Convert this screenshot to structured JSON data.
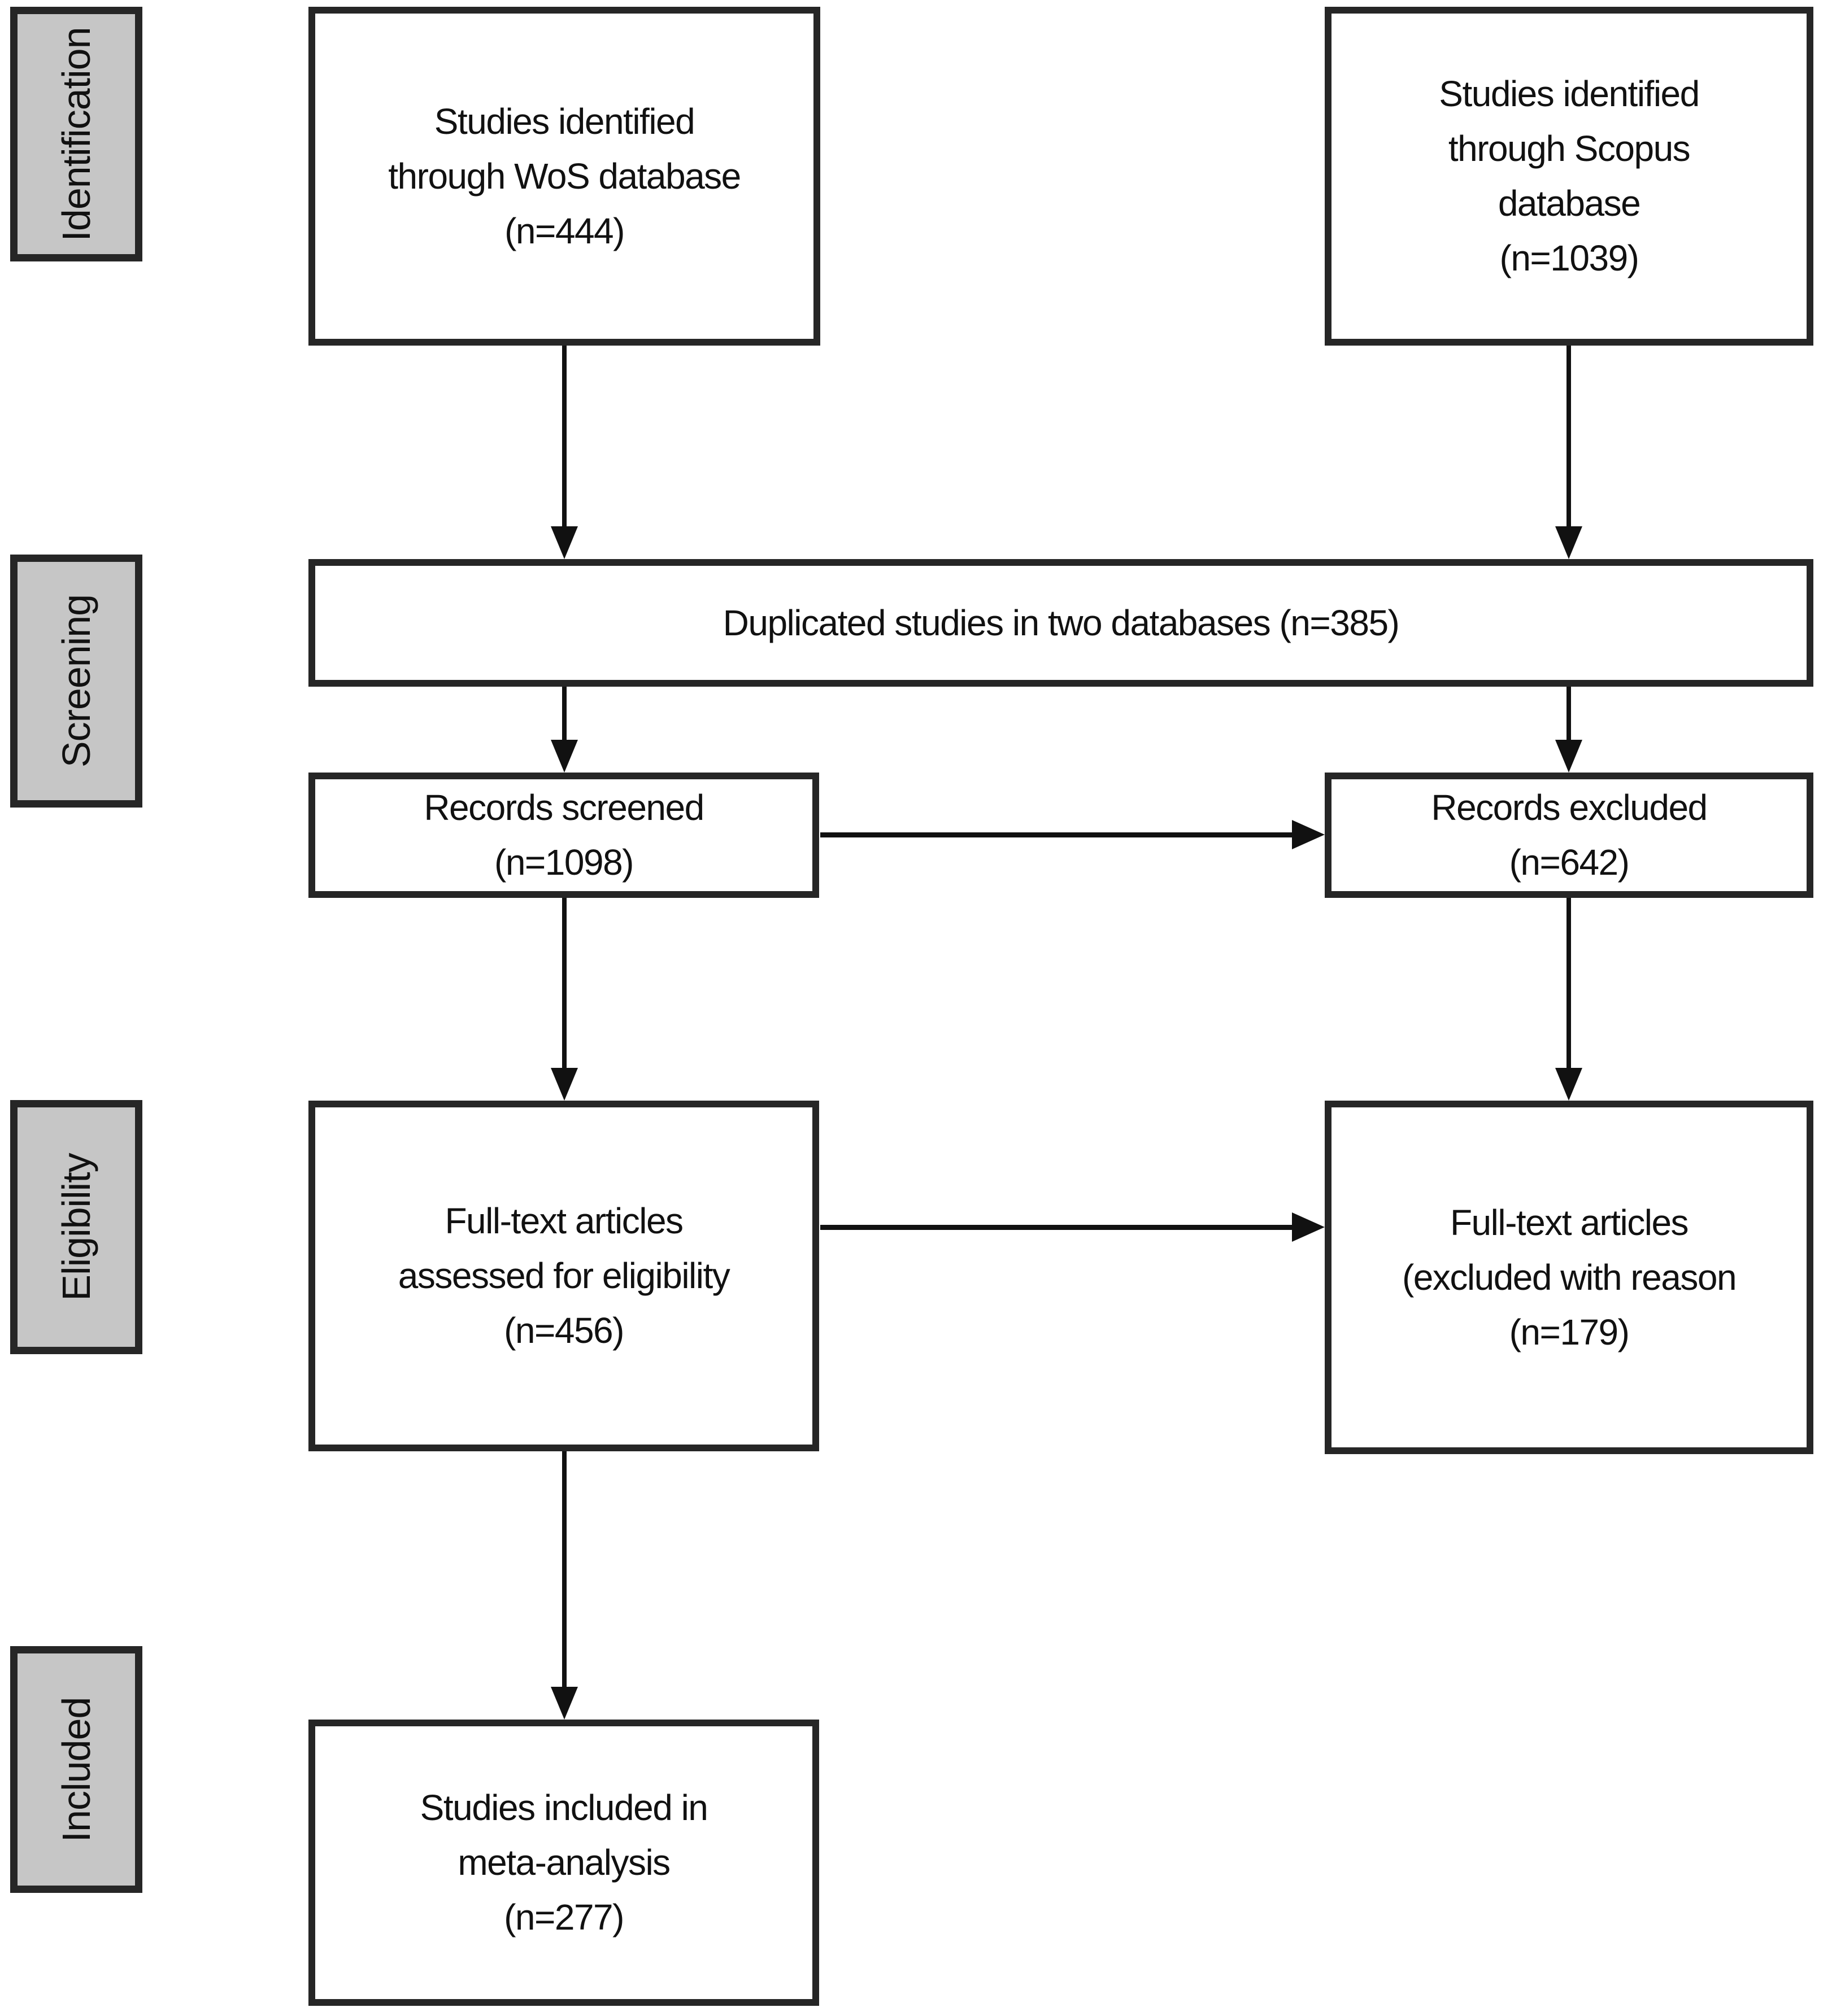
{
  "sidebar": {
    "identification": "Identification",
    "screening": "Screening",
    "eligibility": "Eligibility",
    "included": "Included"
  },
  "boxes": {
    "wos": "Studies identified\nthrough WoS database\n(n=444)",
    "scopus": "Studies identified\nthrough Scopus\ndatabase\n(n=1039)",
    "duplicated": "Duplicated studies in two databases (n=385)",
    "screened": "Records screened\n(n=1098)",
    "excluded": "Records excluded\n(n=642)",
    "fulltext_assessed": "Full-text articles\nassessed for eligibility\n(n=456)",
    "fulltext_excluded": "Full-text articles\n(excluded with reason\n(n=179)",
    "included_studies": "Studies included in\nmeta-analysis\n(n=277)"
  },
  "colors": {
    "sidebar_fill": "#c6c6c6",
    "border": "#262626",
    "arrow": "#111111",
    "background": "#ffffff",
    "text": "#111111"
  }
}
